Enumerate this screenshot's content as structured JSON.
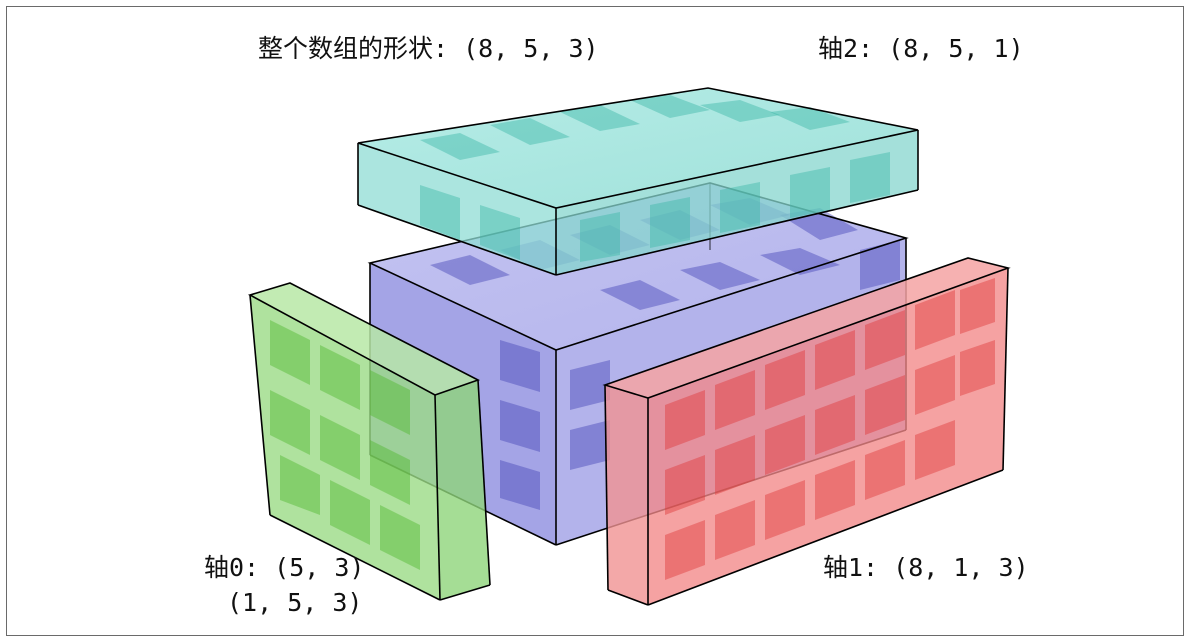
{
  "labels": {
    "full_shape": "整个数组的形状: (8, 5, 3)",
    "axis2": "轴2: (8, 5, 1)",
    "axis0_line1": "轴0: (5, 3)",
    "axis0_line2": "(1, 5, 3)",
    "axis1": "轴1: (8, 1, 3)"
  },
  "colors": {
    "main_block": "#6b6bcf",
    "axis0_slab": "#7fd26a",
    "axis1_slab": "#f07a7a",
    "axis2_slab": "#7fd8cf",
    "edges": "#000000"
  }
}
